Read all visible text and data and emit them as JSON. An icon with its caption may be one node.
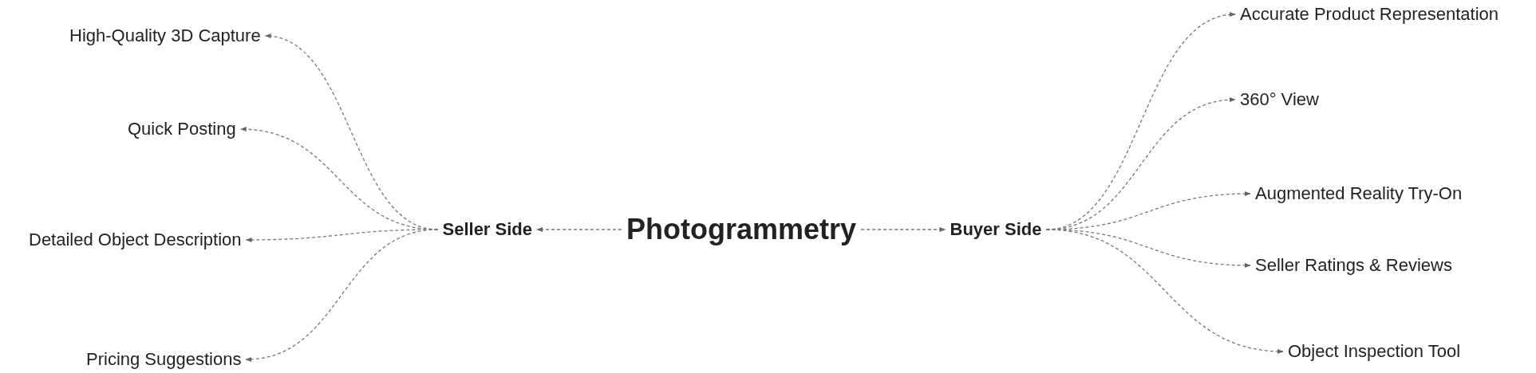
{
  "diagram": {
    "nodes": [
      {
        "text": [
          "Photogrammetry"
        ]
      },
      {
        "text": [
          "Seller Side"
        ]
      },
      {
        "text": [
          "Buyer Side"
        ]
      },
      {
        "text": [
          "High-Quality 3D Capture"
        ]
      },
      {
        "text": [
          "Quick Posting"
        ]
      },
      {
        "text": [
          "Detailed Object Description"
        ]
      },
      {
        "text": [
          "Pricing Suggestions"
        ]
      },
      {
        "text": [
          "Accurate Product Representation"
        ]
      },
      {
        "text": [
          "360° View"
        ]
      },
      {
        "text": [
          "Augmented Reality Try-On"
        ]
      },
      {
        "text": [
          "Seller Ratings & Reviews"
        ]
      },
      {
        "text": [
          "Object Inspection Tool"
        ]
      }
    ],
    "edges": [
      {
        "from": 0,
        "to": 1,
        "arrow": "to"
      },
      {
        "from": 0,
        "to": 2,
        "arrow": "to"
      },
      {
        "from": 1,
        "to": 3,
        "arrow": "to"
      },
      {
        "from": 1,
        "to": 4,
        "arrow": "to"
      },
      {
        "from": 1,
        "to": 5,
        "arrow": "to"
      },
      {
        "from": 1,
        "to": 6,
        "arrow": "to"
      },
      {
        "from": 2,
        "to": 7,
        "arrow": "to"
      },
      {
        "from": 2,
        "to": 8,
        "arrow": "to"
      },
      {
        "from": 2,
        "to": 9,
        "arrow": "to"
      },
      {
        "from": 2,
        "to": 10,
        "arrow": "to"
      },
      {
        "from": 2,
        "to": 11,
        "arrow": "to"
      }
    ]
  }
}
